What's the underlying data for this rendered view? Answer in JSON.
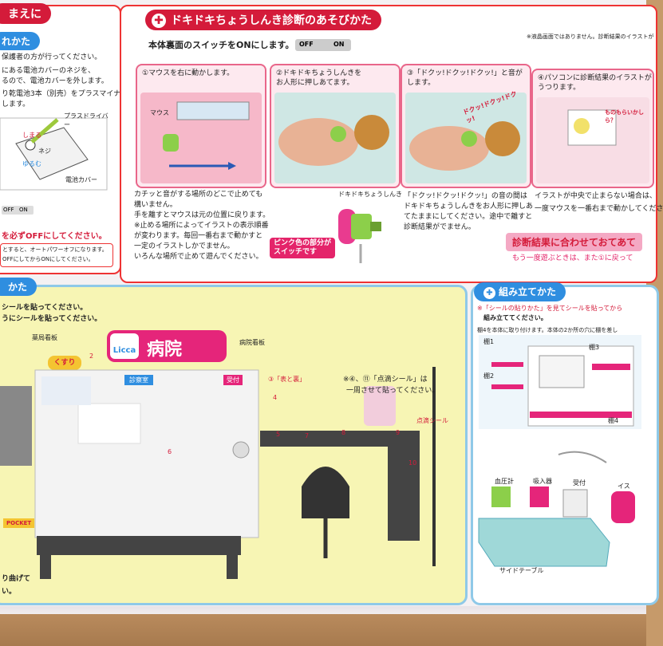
{
  "left_top": {
    "header": "まえに",
    "sub_header": "れかた",
    "lines": [
      "保護者の方が行ってください。",
      "にある電池カバーのネジを、",
      "るので、電池カバーを外します。",
      "り乾電池3本（別売）をプラスマイナスを",
      "します。"
    ],
    "tool_label": "プラスドライバー",
    "screw_label": "ネジ",
    "tighten_label": "しまる",
    "loosen_label": "ゆるむ",
    "cover_label": "電池カバー",
    "switch_off": "OFF",
    "switch_on": "ON",
    "warning": "を必ずOFFにしてください。",
    "note_lines": [
      "とすると、オートパワーオフになります。",
      "OFFにしてからONにしてください。"
    ]
  },
  "play": {
    "header": "ドキドキちょうしんき診断のあそびかた",
    "note": "※液晶画面ではありません。診断結果のイラストが",
    "intro": "本体裏面のスイッチをONにします。",
    "switch_off": "OFF",
    "switch_on": "ON",
    "steps": [
      {
        "label": "①マウスを右に動かします。",
        "part": "マウス"
      },
      {
        "label": "②ドキドキちょうしんきを\nお人形に押しあてます。"
      },
      {
        "label": "③「ドクッ!ドクッ!ドクッ!」と音が\nします。",
        "part": "ドクッ!ドクッ!ドクッ!"
      },
      {
        "label": "④パソコンに診断結果のイラストが\nうつります。",
        "part": "ものもらいかしら？"
      }
    ],
    "col1": [
      "カチッと音がする場所のどこで止めても",
      "構いません。",
      "手を離すとマウスは元の位置に戻ります。",
      "※止める場所によってイラストの表示順番",
      "が変わります。毎回一番右まで動かすと",
      "一定のイラストしかでません。",
      "いろんな場所で止めて遊んでください。"
    ],
    "stetho_label": "ドキドキちょうしんき",
    "pink_label": "ピンク色の部分が\nスイッチです",
    "col3": [
      "「ドクッ!ドクッ!ドクッ!」の音の間は",
      "ドキドキちょうしんきをお人形に押しあ",
      "てたままにしてください。途中で離すと",
      "診断結果がでません。"
    ],
    "col4": [
      "イラストが中央で止まらない場合は、",
      "一度マウスを一番右まで動かしてくださ"
    ],
    "result_banner": "診断結果に合わせておてあて",
    "result_note": "もう一度遊ぶときは、また①に戻って"
  },
  "sticker": {
    "header": "かた",
    "line1": "シールを貼ってください。",
    "line2": "うにシールを貼ってください。",
    "pharmacy_sign": "薬局看板",
    "kusuri": "くすり",
    "hospital_logo": "Licca",
    "hospital_name": "病院",
    "hospital_sign": "病院看板",
    "clinic": "診察室",
    "reception": "受付",
    "callout_3": "③「表と裏」",
    "note_1": "※④、⑪「点滴シール」は",
    "note_2": "一周させて貼ってください。",
    "drip": "点滴シール",
    "numbers": [
      "1",
      "2",
      "3",
      "4",
      "5",
      "6",
      "7",
      "8",
      "9",
      "10"
    ],
    "bottom_1": "り曲げて",
    "bottom_2": "い。",
    "pocket": "POCKET"
  },
  "assembly": {
    "header": "組み立てかた",
    "line1": "※「シールの貼りかた」を見てシールを貼ってから",
    "line2": "組み立ててください。",
    "line3": "棚4を本体に取り付けます。本体の2か所の穴に棚を差し",
    "shelves": [
      "棚1",
      "棚2",
      "棚3",
      "棚4"
    ],
    "parts": [
      "血圧計",
      "吸入器",
      "受付",
      "イス",
      "サイドテーブル"
    ]
  },
  "colors": {
    "red": "#d41b3a",
    "blue": "#2f8ee0",
    "pink": "#e4246a",
    "yellow": "#f7f5b4",
    "border": "#8fc9e8"
  }
}
